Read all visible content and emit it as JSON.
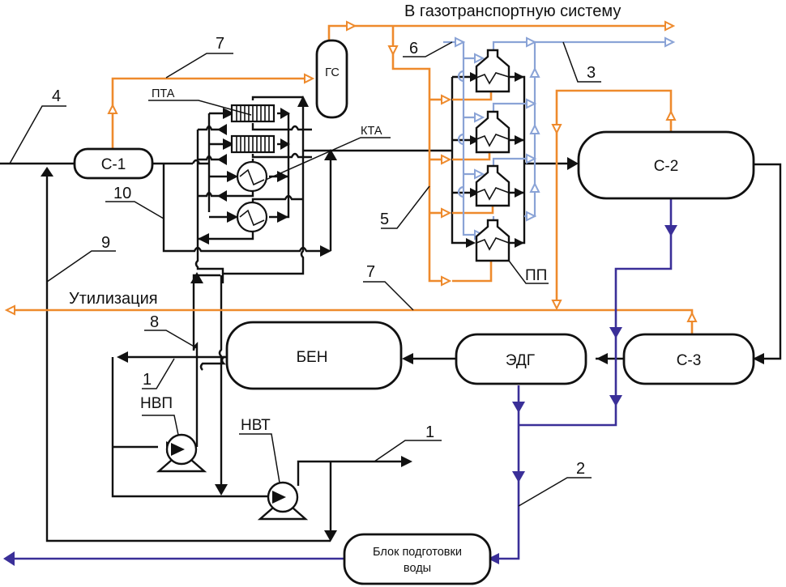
{
  "diagram": {
    "title_top": "В газотранспортную систему",
    "utilization_label": "Утилизация",
    "equipment": {
      "separator_1": "С-1",
      "separator_2": "С-2",
      "separator_3": "С-3",
      "gas_separator": "ГС",
      "tubular_heat_exchanger": "ПТА",
      "shell_heat_exchanger": "КТА",
      "furnaces": "ПП",
      "dehydrator": "ЭДГ",
      "oil_tank": "БЕН",
      "pump_nvp": "НВП",
      "pump_nvt": "НВТ",
      "water_treatment_line1": "Блок подготовки",
      "water_treatment_line2": "воды"
    },
    "stream_numbers": {
      "n1a": "1",
      "n1b": "1",
      "n2": "2",
      "n3": "3",
      "n4": "4",
      "n5": "5",
      "n6": "6",
      "n7a": "7",
      "n7b": "7",
      "n8": "8",
      "n9": "9",
      "n10": "10"
    },
    "legend_colors": {
      "oil_lines": "#111111",
      "gas_lines": "#ee8a2c",
      "fuel_gas_lines": "#8aa3d6",
      "water_lines": "#3a2f98"
    }
  }
}
